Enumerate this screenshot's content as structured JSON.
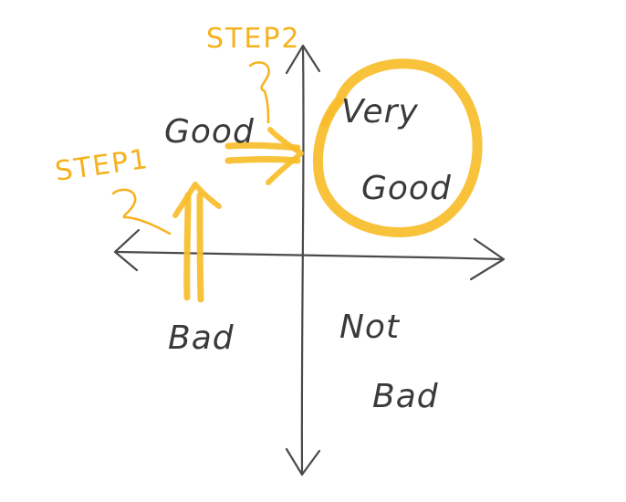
{
  "quadrants": {
    "top_left": "Good",
    "top_right_line1": "Very",
    "top_right_line2": "Good",
    "bottom_left": "Bad",
    "bottom_right_line1": "Not",
    "bottom_right_line2": "Bad"
  },
  "steps": {
    "step1": "STEP1",
    "step2": "STEP2"
  },
  "colors": {
    "ink": "#3a3a3a",
    "accent": "#f6b21c"
  }
}
